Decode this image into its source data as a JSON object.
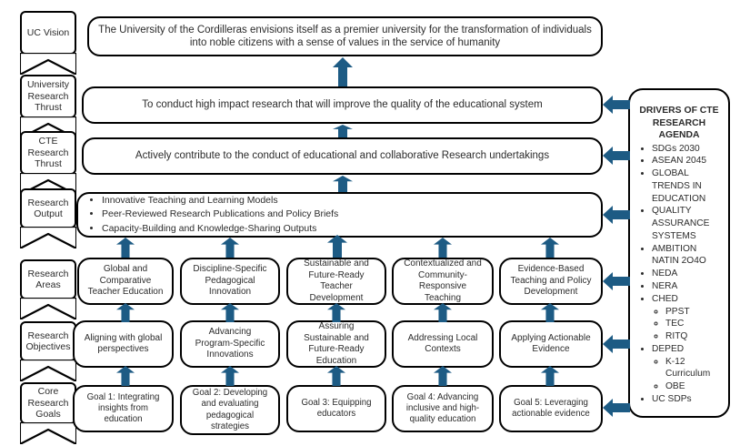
{
  "diagram": {
    "title": "CTE Research Agenda Framework",
    "accent_color": "#1d5b84",
    "outline_color": "#000000",
    "background_color": "#ffffff"
  },
  "row_labels": [
    {
      "id": "uc-vision",
      "label": "UC Vision"
    },
    {
      "id": "university-research-thrust",
      "label": "University Research Thrust"
    },
    {
      "id": "cte-research-thrust",
      "label": "CTE Research Thrust"
    },
    {
      "id": "research-output",
      "label": "Research Output"
    },
    {
      "id": "research-areas",
      "label": "Research Areas"
    },
    {
      "id": "research-objectives",
      "label": "Research Objectives"
    },
    {
      "id": "core-research-goals",
      "label": "Core Research Goals"
    }
  ],
  "vision": {
    "text": "The University of the Cordilleras envisions itself as a premier university for the transformation of individuals into noble citizens with a sense of values in the service of humanity"
  },
  "university_thrust": {
    "text": "To conduct high impact research that will improve the quality of the educational system"
  },
  "cte_thrust": {
    "text": "Actively contribute to the conduct of educational and collaborative Research undertakings"
  },
  "research_output": {
    "items": [
      "Innovative Teaching and Learning Models",
      "Peer-Reviewed Research Publications and Policy Briefs",
      "Capacity-Building and Knowledge-Sharing Outputs"
    ]
  },
  "research_areas": [
    "Global and Comparative Teacher Education",
    "Discipline-Specific Pedagogical Innovation",
    "Sustainable and Future-Ready Teacher Development",
    "Contextualized and Community-Responsive Teaching",
    "Evidence-Based Teaching and Policy Development"
  ],
  "research_objectives": [
    "Aligning with global perspectives",
    "Advancing Program-Specific Innovations",
    "Assuring Sustainable and Future-Ready Education",
    "Addressing Local Contexts",
    "Applying Actionable Evidence"
  ],
  "core_research_goals": [
    "Goal 1: Integrating insights from education",
    "Goal 2: Developing and evaluating pedagogical strategies",
    "Goal 3:  Equipping educators",
    "Goal 4:  Advancing inclusive and  high-quality education",
    "Goal 5: Leveraging actionable evidence"
  ],
  "drivers_panel": {
    "title": "DRIVERS OF  CTE RESEARCH AGENDA",
    "items": [
      {
        "label": "SDGs 2030"
      },
      {
        "label": "ASEAN 2045"
      },
      {
        "label": "GLOBAL TRENDS IN EDUCATION"
      },
      {
        "label": "QUALITY ASSURANCE SYSTEMS"
      },
      {
        "label": "AMBITION NATIN 2O4O"
      },
      {
        "label": "NEDA"
      },
      {
        "label": "NERA"
      },
      {
        "label": "CHED",
        "children": [
          "PPST",
          "TEC",
          "RITQ"
        ]
      },
      {
        "label": "DEPED",
        "children": [
          "K-12 Curriculum",
          "OBE"
        ]
      },
      {
        "label": "UC SDPs"
      }
    ]
  }
}
